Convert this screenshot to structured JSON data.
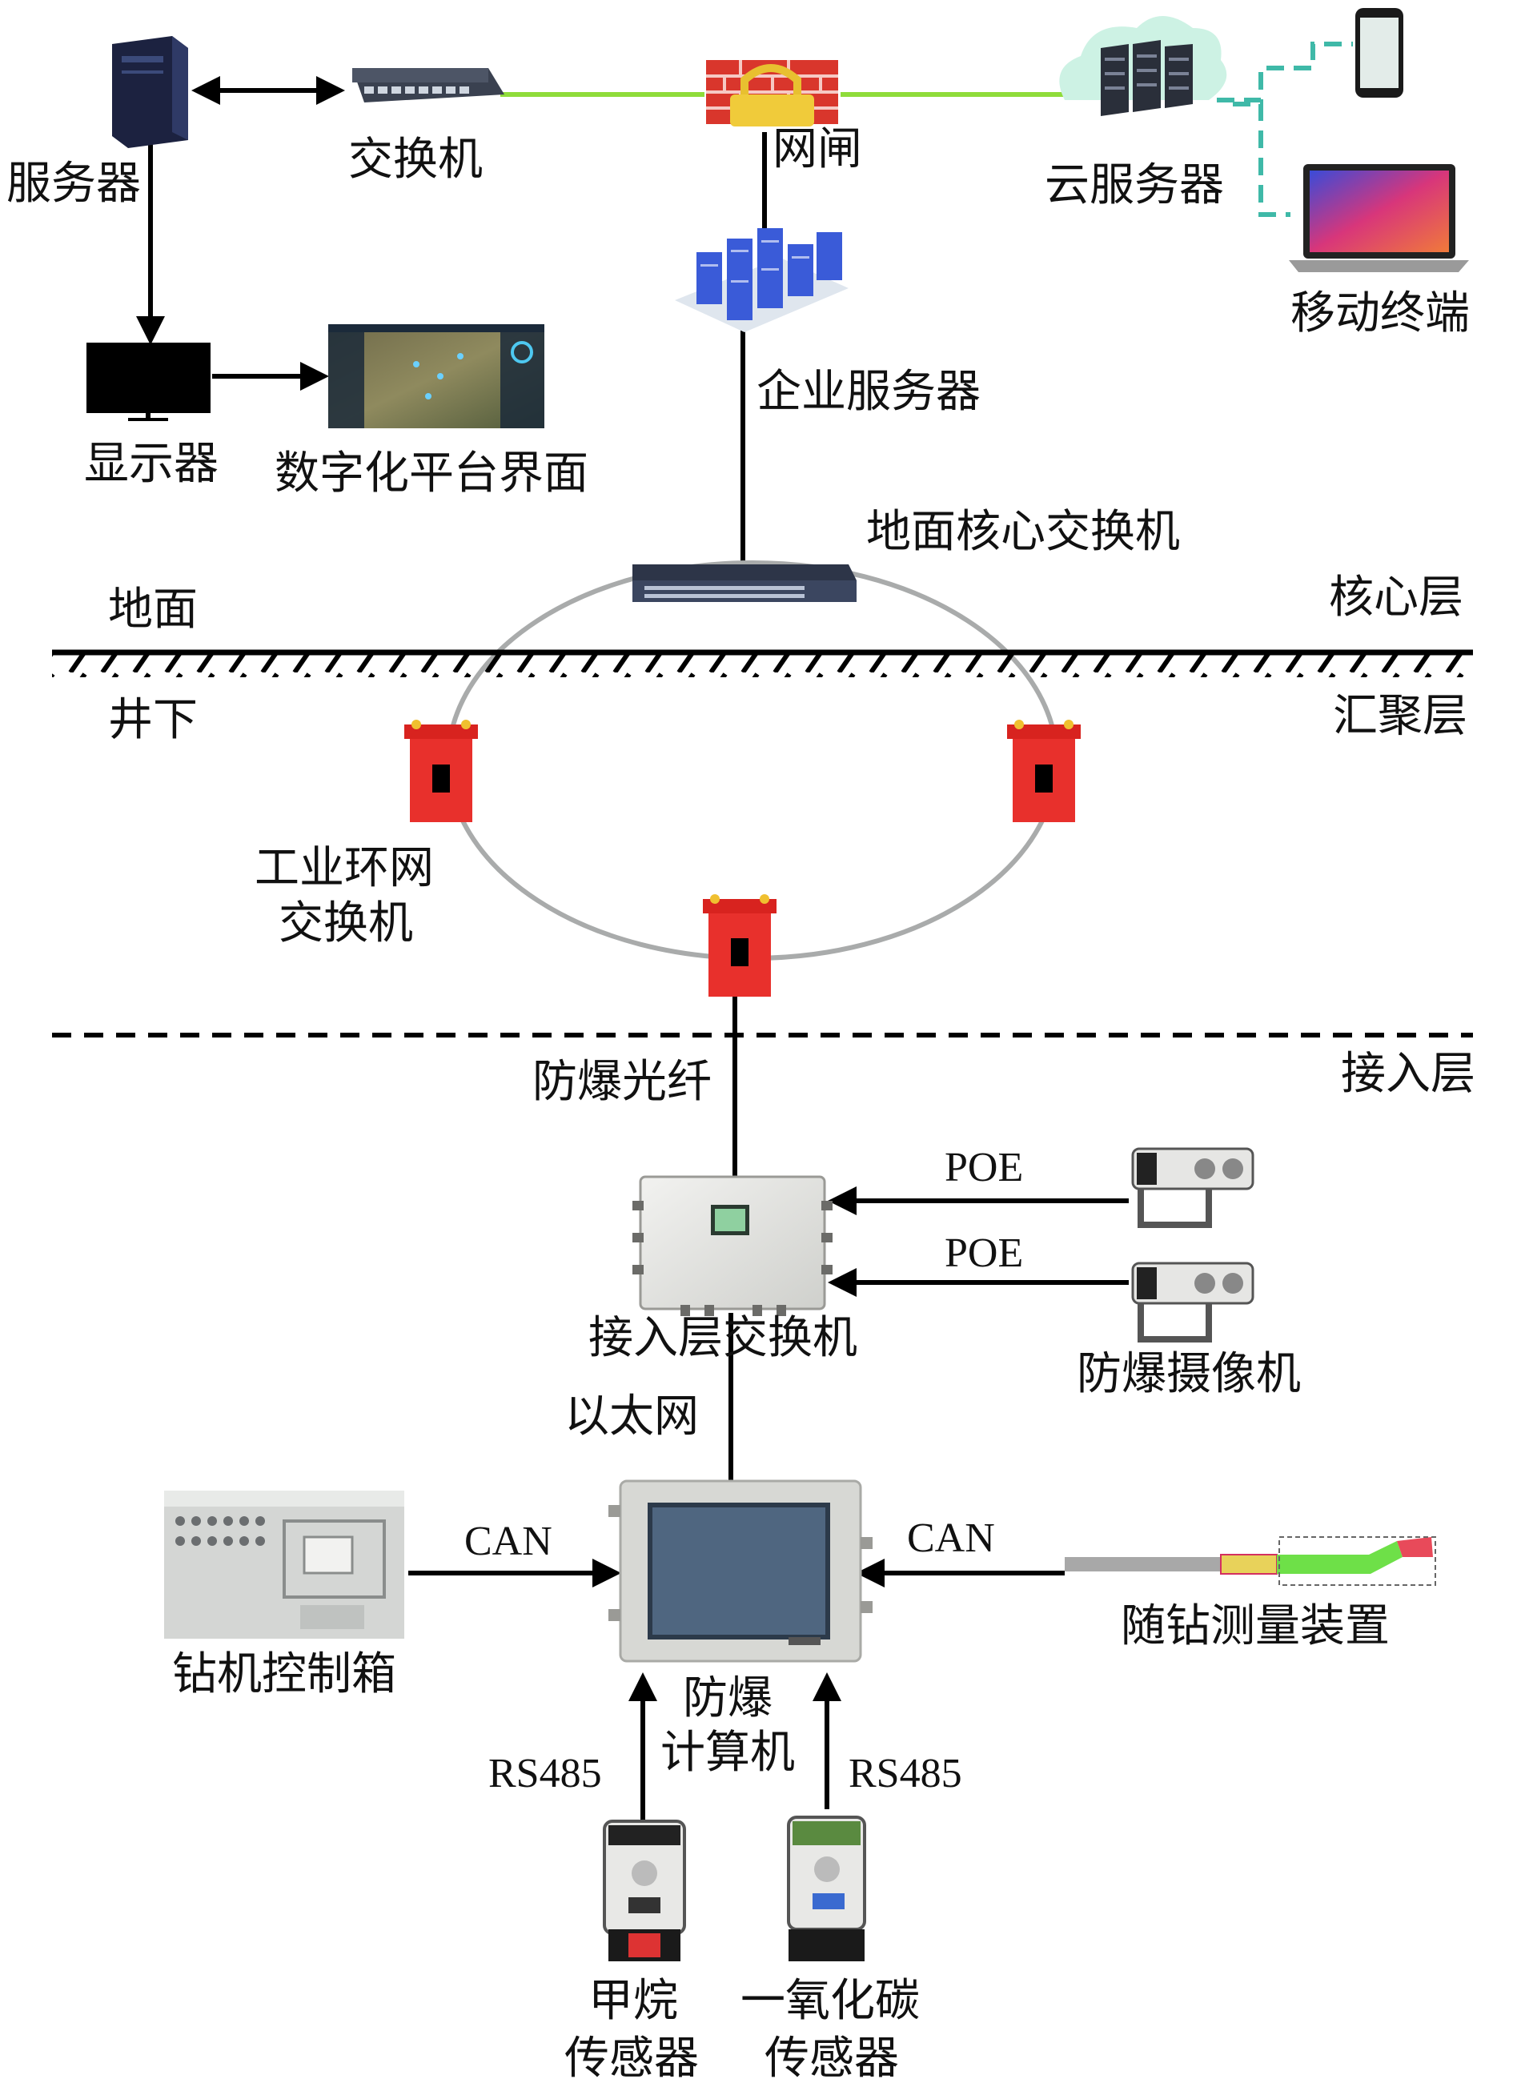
{
  "labels": {
    "server": "服务器",
    "switch": "交换机",
    "gateway": "网闸",
    "cloud_server": "云服务器",
    "mobile_terminal": "移动终端",
    "enterprise_server": "企业服务器",
    "display": "显示器",
    "digital_platform": "数字化平台界面",
    "core_switch": "地面核心交换机",
    "ground": "地面",
    "core_layer": "核心层",
    "underground": "井下",
    "aggregation_layer": "汇聚层",
    "ring_switch_line1": "工业环网",
    "ring_switch_line2": "交换机",
    "explosion_proof_fiber": "防爆光纤",
    "access_layer": "接入层",
    "poe_1": "POE",
    "poe_2": "POE",
    "access_switch": "接入层交换机",
    "camera": "防爆摄像机",
    "ethernet": "以太网",
    "can_left": "CAN",
    "can_right": "CAN",
    "drill_control_box": "钻机控制箱",
    "mwd_device": "随钻测量装置",
    "ep_computer_line1": "防爆",
    "ep_computer_line2": "计算机",
    "rs485_left": "RS485",
    "rs485_right": "RS485",
    "methane_line1": "甲烷",
    "methane_line2": "传感器",
    "co_line1": "一氧化碳",
    "co_line2": "传感器"
  },
  "colors": {
    "fiber_link": "#8fdc3a",
    "wireless_link": "#3fb9a8",
    "ring": "#a9abab",
    "ring_switch": "#e8302c",
    "gateway_brick": "#d9362c",
    "gateway_lock": "#f0cb3a"
  },
  "icons": {
    "server": "server-tower-icon",
    "switch": "network-switch-icon",
    "gateway": "firewall-lock-icon",
    "cloud": "cloud-server-icon",
    "phone": "smartphone-icon",
    "laptop": "laptop-icon",
    "enterprise": "server-rack-icon",
    "monitor": "monitor-icon",
    "platform": "map-dashboard-icon",
    "core_switch": "rack-switch-icon",
    "ring_switch": "explosion-proof-switch-icon",
    "access_switch": "junction-box-icon",
    "camera": "explosion-proof-camera-icon",
    "computer": "explosion-proof-computer-icon",
    "control_box": "control-cabinet-icon",
    "mwd": "drill-probe-icon",
    "methane": "methane-sensor-icon",
    "co": "co-sensor-icon"
  }
}
